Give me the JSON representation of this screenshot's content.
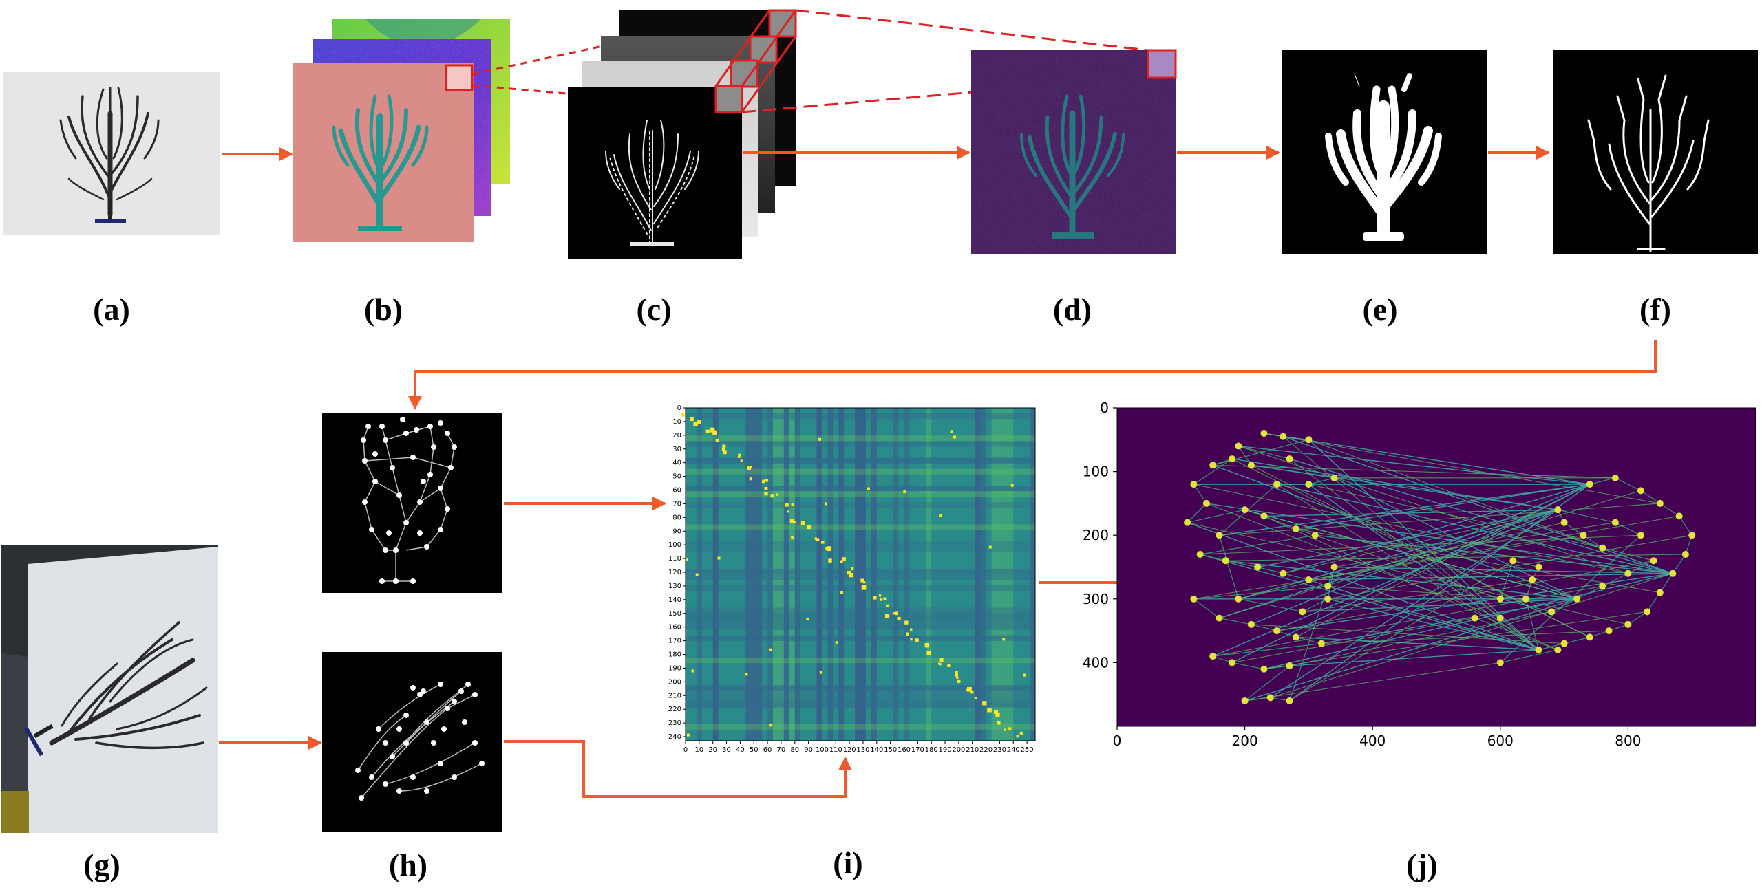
{
  "panels": {
    "a": {
      "label": "(a)"
    },
    "b": {
      "label": "(b)"
    },
    "c": {
      "label": "(c)"
    },
    "d": {
      "label": "(d)"
    },
    "e": {
      "label": "(e)"
    },
    "f": {
      "label": "(f)"
    },
    "g": {
      "label": "(g)"
    },
    "h": {
      "label": "(h)"
    },
    "i": {
      "label": "(i)"
    },
    "j": {
      "label": "(j)"
    }
  },
  "colors": {
    "arrow": "#f05a2a",
    "dashed": "#e02020",
    "viridis_dark": "#440154",
    "viridis_teal": "#21918c",
    "viridis_yellow": "#fde725"
  },
  "chart_data": [
    {
      "type": "heatmap",
      "panel": "i",
      "xticks": [
        0,
        10,
        20,
        30,
        40,
        50,
        60,
        70,
        80,
        90,
        100,
        110,
        120,
        130,
        140,
        150,
        160,
        170,
        180,
        190,
        200,
        210,
        220,
        230,
        240,
        250
      ],
      "yticks": [
        0,
        10,
        20,
        30,
        40,
        50,
        60,
        70,
        80,
        90,
        100,
        110,
        120,
        130,
        140,
        150,
        160,
        170,
        180,
        190,
        200,
        210,
        220,
        230,
        240
      ],
      "xlim": [
        0,
        256
      ],
      "ylim": [
        243,
        0
      ]
    },
    {
      "type": "scatter",
      "panel": "j",
      "xticks": [
        0,
        200,
        400,
        600,
        800
      ],
      "yticks": [
        0,
        100,
        200,
        300,
        400
      ],
      "xlim": [
        0,
        1000
      ],
      "ylim": [
        500,
        0
      ],
      "nodes_left": [
        [
          230,
          40
        ],
        [
          260,
          45
        ],
        [
          300,
          50
        ],
        [
          150,
          90
        ],
        [
          180,
          80
        ],
        [
          120,
          120
        ],
        [
          140,
          150
        ],
        [
          110,
          180
        ],
        [
          200,
          160
        ],
        [
          230,
          170
        ],
        [
          280,
          190
        ],
        [
          310,
          200
        ],
        [
          130,
          230
        ],
        [
          170,
          240
        ],
        [
          220,
          250
        ],
        [
          260,
          260
        ],
        [
          300,
          270
        ],
        [
          330,
          280
        ],
        [
          120,
          300
        ],
        [
          160,
          330
        ],
        [
          210,
          340
        ],
        [
          250,
          350
        ],
        [
          280,
          360
        ],
        [
          320,
          370
        ],
        [
          150,
          390
        ],
        [
          180,
          400
        ],
        [
          230,
          410
        ],
        [
          270,
          405
        ],
        [
          200,
          460
        ],
        [
          240,
          455
        ],
        [
          270,
          460
        ],
        [
          340,
          250
        ],
        [
          330,
          300
        ],
        [
          290,
          320
        ],
        [
          190,
          300
        ],
        [
          160,
          200
        ],
        [
          250,
          120
        ],
        [
          300,
          120
        ],
        [
          340,
          110
        ],
        [
          210,
          90
        ],
        [
          190,
          60
        ],
        [
          270,
          80
        ]
      ],
      "nodes_right": [
        [
          740,
          120
        ],
        [
          780,
          110
        ],
        [
          820,
          130
        ],
        [
          850,
          150
        ],
        [
          880,
          170
        ],
        [
          900,
          200
        ],
        [
          890,
          230
        ],
        [
          870,
          260
        ],
        [
          850,
          290
        ],
        [
          830,
          320
        ],
        [
          800,
          340
        ],
        [
          770,
          350
        ],
        [
          740,
          360
        ],
        [
          700,
          370
        ],
        [
          660,
          380
        ],
        [
          640,
          300
        ],
        [
          650,
          270
        ],
        [
          660,
          250
        ],
        [
          620,
          240
        ],
        [
          600,
          300
        ],
        [
          680,
          320
        ],
        [
          720,
          300
        ],
        [
          760,
          280
        ],
        [
          800,
          260
        ],
        [
          840,
          240
        ],
        [
          760,
          220
        ],
        [
          730,
          200
        ],
        [
          700,
          180
        ],
        [
          690,
          160
        ],
        [
          780,
          180
        ],
        [
          820,
          200
        ],
        [
          600,
          400
        ],
        [
          690,
          380
        ],
        [
          560,
          330
        ],
        [
          600,
          330
        ]
      ]
    }
  ]
}
